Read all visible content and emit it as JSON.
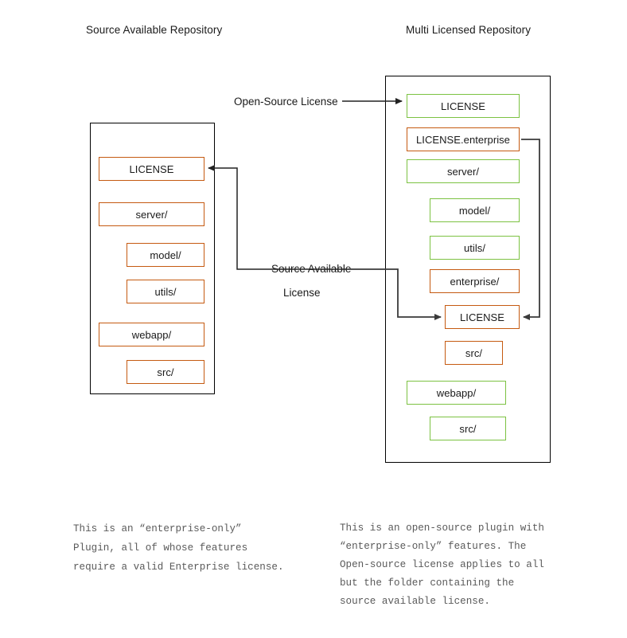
{
  "palette": {
    "open_source": "#7cc242",
    "source_available": "#c55a11",
    "frame": "#000000",
    "connector": "#222222",
    "caption_text": "#5a5a5a",
    "background": "#ffffff"
  },
  "left_repo": {
    "title": "Source Available Repository",
    "nodes": [
      {
        "label": "LICENSE",
        "color": "source_available",
        "indent": 0
      },
      {
        "label": "server/",
        "color": "source_available",
        "indent": 0
      },
      {
        "label": "model/",
        "color": "source_available",
        "indent": 1
      },
      {
        "label": "utils/",
        "color": "source_available",
        "indent": 1
      },
      {
        "label": "webapp/",
        "color": "source_available",
        "indent": 0
      },
      {
        "label": "src/",
        "color": "source_available",
        "indent": 1
      }
    ],
    "caption": "This is an “enterprise-only”\nPlugin, all of whose features\nrequire a valid Enterprise license."
  },
  "right_repo": {
    "title": "Multi Licensed Repository",
    "nodes": [
      {
        "label": "LICENSE",
        "color": "open_source",
        "indent": 0
      },
      {
        "label": "LICENSE.enterprise",
        "color": "source_available",
        "indent": 0
      },
      {
        "label": "server/",
        "color": "open_source",
        "indent": 0
      },
      {
        "label": "model/",
        "color": "open_source",
        "indent": 1
      },
      {
        "label": "utils/",
        "color": "open_source",
        "indent": 1
      },
      {
        "label": "enterprise/",
        "color": "source_available",
        "indent": 1
      },
      {
        "label": "LICENSE",
        "color": "source_available",
        "indent": 2
      },
      {
        "label": "src/",
        "color": "source_available",
        "indent": 2
      },
      {
        "label": "webapp/",
        "color": "open_source",
        "indent": 1
      },
      {
        "label": "src/",
        "color": "open_source",
        "indent": 2
      }
    ],
    "caption": "This is an open-source plugin with\n“enterprise-only” features. The\nOpen-source license applies to all\nbut the folder containing the\nsource available license."
  },
  "connectors": {
    "open_source_label": "Open-Source License",
    "source_available_label_line1": "Source Available",
    "source_available_label_line2": "License"
  }
}
